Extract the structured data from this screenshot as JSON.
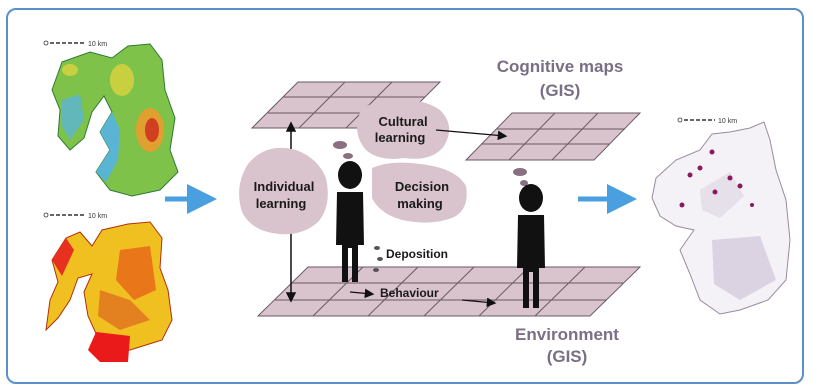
{
  "labels": {
    "cognitive_maps": "Cognitive maps",
    "cognitive_maps_sub": "(GIS)",
    "environment": "Environment",
    "environment_sub": "(GIS)",
    "cultural_learning_1": "Cultural",
    "cultural_learning_2": "learning",
    "individual_learning_1": "Individual",
    "individual_learning_2": "learning",
    "decision_making_1": "Decision",
    "decision_making_2": "making",
    "deposition": "Deposition",
    "behaviour": "Behaviour"
  },
  "scale_bars": {
    "elevation_map": "10 km",
    "slope_map": "10 km",
    "output_map": "10 km"
  },
  "colors": {
    "frame": "#5b8fc9",
    "grid_fill": "#d9c3cc",
    "grid_stroke": "#6b5a66",
    "bubble": "#d9c3cc",
    "arrow_blue": "#4a9fe0",
    "figure": "#111111"
  }
}
